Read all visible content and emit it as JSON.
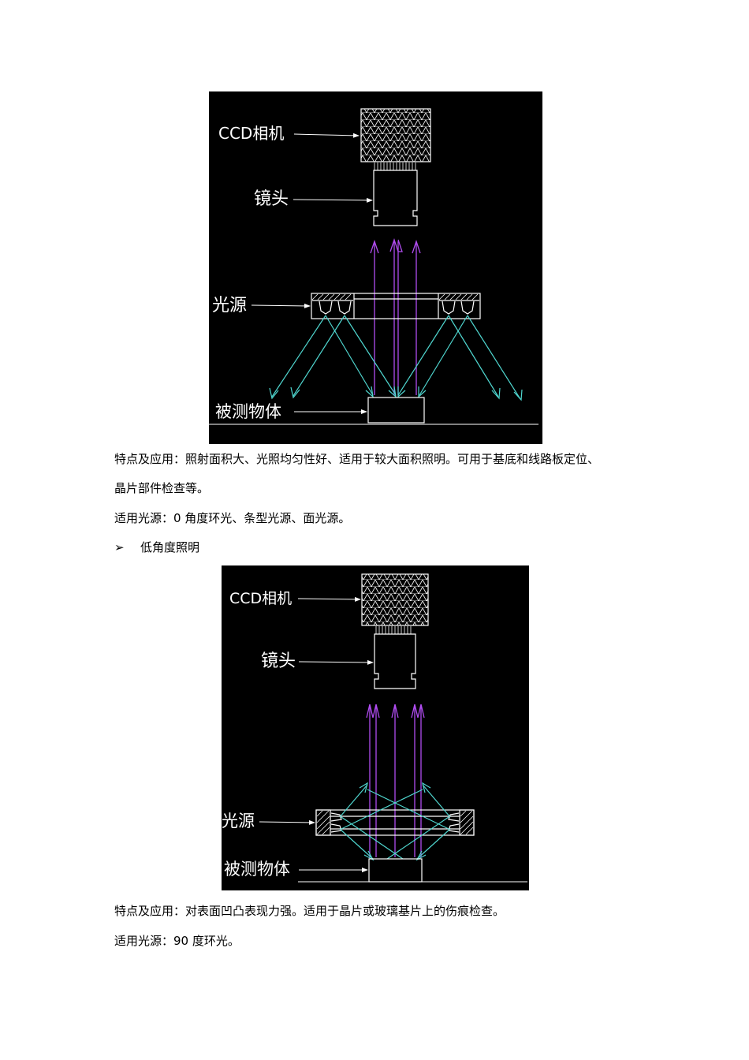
{
  "figure1": {
    "camera_label": "CCD相机",
    "lens_label": "镜头",
    "light_label": "光源",
    "object_label": "被测物体"
  },
  "text1_line1": "特点及应用：照射面积大、光照均匀性好、适用于较大面积照明。可用于基底和线路板定位、",
  "text1_line2": "晶片部件检查等。",
  "text2": "适用光源：0 角度环光、条型光源、面光源。",
  "bullet": {
    "marker": "➢",
    "text": "低角度照明"
  },
  "figure2": {
    "camera_label": "CCD相机",
    "lens_label": "镜头",
    "light_label": "光源",
    "object_label": "被测物体"
  },
  "text3": "特点及应用：对表面凹凸表现力强。适用于晶片或玻璃基片上的伤痕检查。",
  "text4": "适用光源：90 度环光。",
  "colors": {
    "ray_purple": "#b04cf0",
    "ray_cyan": "#4fd6cf",
    "line_white": "#ffffff",
    "background": "#000000"
  }
}
